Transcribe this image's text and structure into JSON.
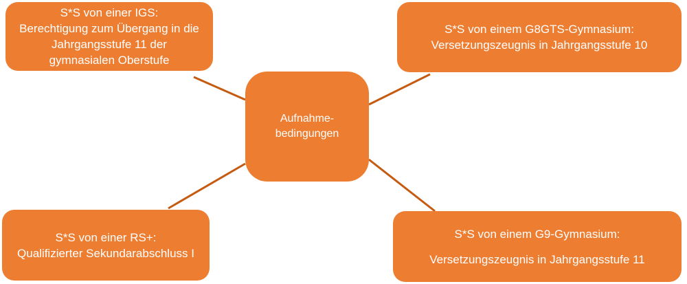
{
  "center": {
    "line1": "Aufnahme-",
    "line2": "bedingungen"
  },
  "top_left": {
    "line1": "S*S von einer IGS:",
    "line2": "Berechtigung zum Übergang in die",
    "line3": "Jahrgangsstufe 11 der",
    "line4": "gymnasialen Oberstufe"
  },
  "top_right": {
    "line1": "S*S von einem G8GTS-Gymnasium:",
    "line2": "Versetzungszeugnis in Jahrgangsstufe 10"
  },
  "bottom_left": {
    "line1": "S*S von einer RS+:",
    "line2": "Qualifizierter Sekundarabschluss I"
  },
  "bottom_right": {
    "line1": "S*S von einem G9-Gymnasium:",
    "line2": "Versetzungszeugnis in Jahrgangsstufe 11"
  },
  "colors": {
    "node_fill": "#ED7D31",
    "connector": "#C55A11",
    "text": "#FFFFFF"
  }
}
